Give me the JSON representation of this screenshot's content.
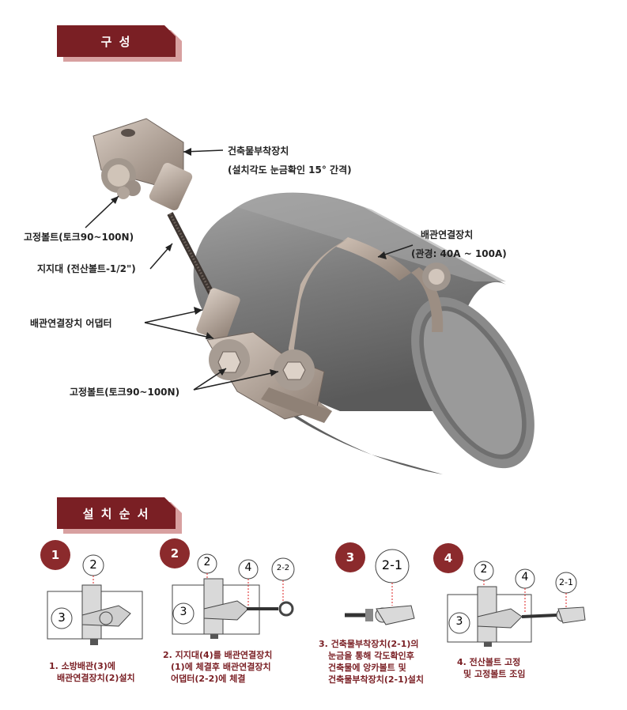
{
  "section_titles": {
    "composition": "구   성",
    "install_order": "설 치 순 서"
  },
  "annotations": {
    "building_mount": "건축물부착장치",
    "building_mount_note": "(설치각도 눈금확인 15° 간격)",
    "fix_bolt_top": "고정볼트(토크90~100N)",
    "support_rod": "지지대 (전산볼트-1/2\")",
    "pipe_connector": "배관연결장치",
    "pipe_connector_size": "(관경: 40A ~ 100A)",
    "pipe_adapter": "배관연결장치 어댑터",
    "fix_bolt_bottom": "고정볼트(토크90~100N)"
  },
  "steps": [
    {
      "number": "1",
      "caption_lines": [
        "1. 소방배관(3)에",
        "배관연결장치(2)설치"
      ],
      "labels": [
        "2",
        "3"
      ]
    },
    {
      "number": "2",
      "caption_lines": [
        "2. 지지대(4)를 배관연결장치",
        "(1)에 체결후 배관연결장치",
        "어댑터(2-2)에 체결"
      ],
      "labels": [
        "2",
        "4",
        "2-2",
        "3"
      ]
    },
    {
      "number": "3",
      "caption_lines": [
        "3. 건축물부착장치(2-1)의",
        "눈금을 통해 각도확인후",
        "건축물에 앙카볼트 및",
        "건축물부착장치(2-1)설치"
      ],
      "labels": [
        "2-1"
      ]
    },
    {
      "number": "4",
      "caption_lines": [
        "4. 전산볼트 고정",
        "및 고정볼트 조임"
      ],
      "labels": [
        "2",
        "4",
        "2-1",
        "3"
      ]
    }
  ],
  "colors": {
    "accent": "#7a1f24",
    "accent_light": "#d8a0a0",
    "pipe": "#7d7d7d",
    "metal": "#b9a99b"
  }
}
